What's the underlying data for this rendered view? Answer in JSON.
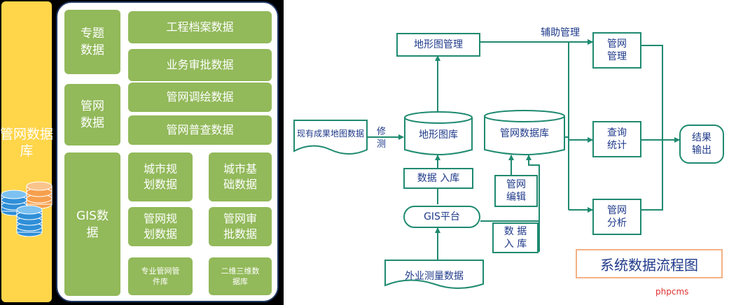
{
  "left": {
    "db_label": "管网数据库",
    "groups": {
      "topic": "专题数据",
      "pipe": "管网数据",
      "gis": "GIS数据"
    },
    "items": {
      "archive": "工程档案数据",
      "approval": "业务审批数据",
      "survey_draw": "管网调绘数据",
      "census": "管网普查数据",
      "city_plan": "城市规划数据",
      "city_base": "城市基础数据",
      "pipe_plan": "管网规划数据",
      "pipe_approve": "管网审批数据",
      "pipe_lib": "专业管网管件库",
      "three_d": "二维三维数据库"
    }
  },
  "flow": {
    "terrain_mgmt": "地形图管理",
    "aux_mgmt": "辅助管理",
    "pipe_mgmt": "管网管理",
    "existing": "现有成果地图数据",
    "correct": "修测",
    "terrain_db": "地形图库",
    "pipe_db": "管网数据库",
    "query": "查询统计",
    "result": "结果输出",
    "data_in": "数据 入库",
    "pipe_edit": "管网编辑",
    "gis_platform": "GIS平台",
    "data_in2": "数 据 入 库",
    "pipe_analysis": "管网分析",
    "field_survey": "外业测量数据",
    "title": "系统数据流程图",
    "watermark": "phpcms"
  }
}
